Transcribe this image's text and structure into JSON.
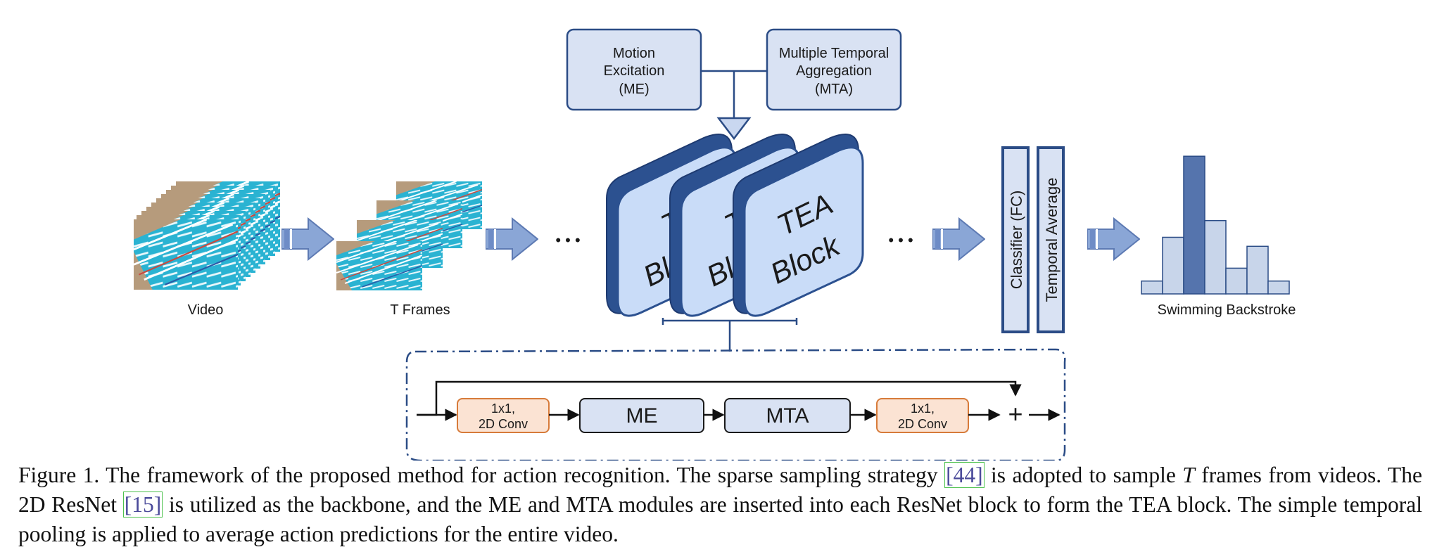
{
  "modules": {
    "me": [
      "Motion",
      "Excitation",
      "(ME)"
    ],
    "mta": [
      "Multiple Temporal",
      "Aggregation",
      "(MTA)"
    ]
  },
  "pipeline": {
    "video_label": "Video",
    "frames_label": "T Frames",
    "dots": "• • •",
    "tea_block": [
      "TEA",
      "Block"
    ],
    "tea_block_partial": [
      "T",
      "Bl"
    ],
    "classifier_label": "Classifier (FC)",
    "temporal_average_label": "Temporal Average",
    "output_label": "Swimming Backstroke"
  },
  "detail": {
    "conv1": [
      "1x1,",
      "2D Conv"
    ],
    "me": "ME",
    "mta": "MTA",
    "conv2": [
      "1x1,",
      "2D Conv"
    ],
    "plus": "+"
  },
  "histogram": {
    "values": [
      1,
      4.4,
      10.7,
      5.7,
      2,
      3.7,
      1
    ],
    "highlight_index": 2
  },
  "colors": {
    "navy": "#2b4c86",
    "light_box": "#d9e2f3",
    "tea_face": "#c9dcf8",
    "tea_side": "#2c5190",
    "arrow": "#8aa6d6",
    "conv_fill": "#fbe3d3",
    "conv_border": "#d77b3a",
    "bar_light": "#c8d5ea",
    "bar_dark": "#5574ad",
    "water": "#2ab3d2"
  },
  "caption": {
    "part1": "Figure 1. The framework of the proposed method for action recognition. The sparse sampling strategy ",
    "cite1": "[44]",
    "part2": " is adopted to sample ",
    "math": "T",
    "part3": " frames from videos. The 2D ResNet ",
    "cite2": "[15]",
    "part4": " is utilized as the backbone, and the ME and MTA modules are inserted into each ResNet block to form the TEA block. The simple temporal pooling is applied to average action predictions for the entire video."
  }
}
